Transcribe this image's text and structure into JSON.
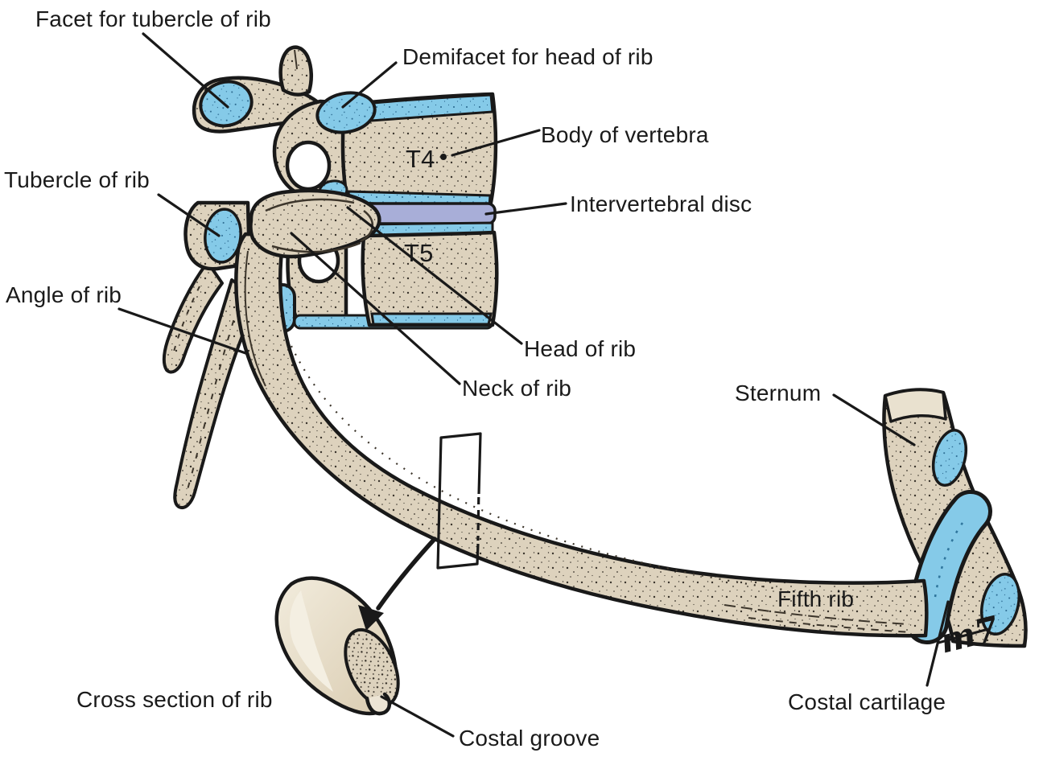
{
  "figure": {
    "background": "#ffffff",
    "colors": {
      "bone": "#ddd2bd",
      "bone_light": "#e9e0cd",
      "cartilage_blue": "#85cae8",
      "disc_lavender": "#a8aed8",
      "outline": "#191919",
      "label_text": "#1a1a1a"
    },
    "labels": {
      "facet_tubercle": "Facet for tubercle of rib",
      "demifacet_head": "Demifacet for head of rib",
      "body_of_vertebra": "Body of vertebra",
      "vertebra_t4": "T4",
      "tubercle_of_rib": "Tubercle of rib",
      "intervertebral_disc": "Intervertebral disc",
      "vertebra_t5": "T5",
      "angle_of_rib": "Angle of rib",
      "head_of_rib": "Head of rib",
      "neck_of_rib": "Neck of rib",
      "sternum": "Sternum",
      "fifth_rib": "Fifth rib",
      "costal_cartilage": "Costal cartilage",
      "cross_section_of_rib": "Cross section of rib",
      "costal_groove": "Costal groove"
    },
    "signature": "m7"
  }
}
